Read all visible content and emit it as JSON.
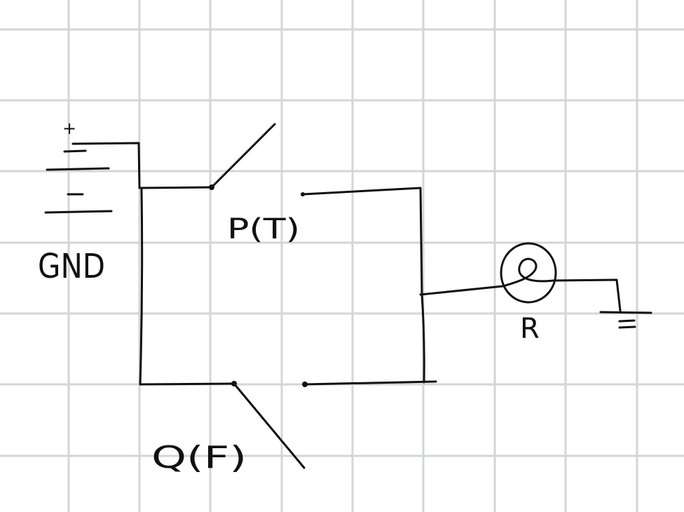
{
  "diagram": {
    "background_color": "#ffffff",
    "grid_color": "#d3d6d6",
    "ink_color": "#111111",
    "labels": {
      "ground": "GND",
      "switch_p": "P(T)",
      "switch_q": "Q(F)",
      "lamp": "R",
      "battery_plus": "+",
      "battery_minus": "-"
    }
  }
}
